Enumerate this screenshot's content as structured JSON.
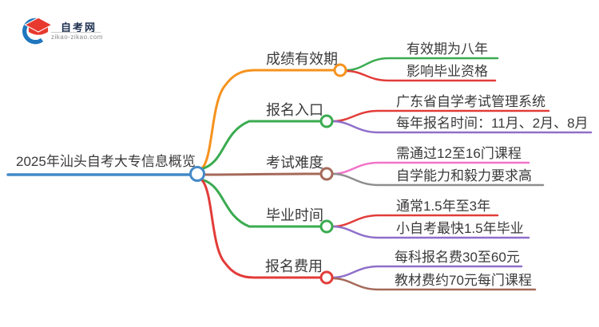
{
  "logo": {
    "title": "自考网",
    "domain": "zikao-zikao.com",
    "icon": "graduation-cap-icon",
    "brand_blue": "#1f76bd",
    "brand_red": "#e8392f"
  },
  "central": {
    "label": "2025年汕头自考大专信息概览",
    "color": "#4489c8"
  },
  "branches": [
    {
      "label": "成绩有效期",
      "color": "#f6921e",
      "children": [
        {
          "label": "有效期为八年",
          "color": "#3aab50"
        },
        {
          "label": "影响毕业资格",
          "color": "#e23c39"
        }
      ]
    },
    {
      "label": "报名入口",
      "color": "#3aab50",
      "children": [
        {
          "label": "广东省自学考试管理系统",
          "color": "#e23c39"
        },
        {
          "label": "每年报名时间：11月、2月、8月",
          "color": "#8f6fc9"
        }
      ]
    },
    {
      "label": "考试难度",
      "color": "#a5695a",
      "children": [
        {
          "label": "需通过12至16门课程",
          "color": "#f273c8"
        },
        {
          "label": "自学能力和毅力要求高",
          "color": "#8e8e8e"
        }
      ]
    },
    {
      "label": "毕业时间",
      "color": "#3aab50",
      "children": [
        {
          "label": "通常1.5年至3年",
          "color": "#e23c39"
        },
        {
          "label": "小自考最快1.5年毕业",
          "color": "#8f6fc9"
        }
      ]
    },
    {
      "label": "报名费用",
      "color": "#e23c39",
      "children": [
        {
          "label": "每科报名费30至60元",
          "color": "#8f6fc9"
        },
        {
          "label": "教材费约70元每门课程",
          "color": "#a5695a"
        }
      ]
    }
  ]
}
